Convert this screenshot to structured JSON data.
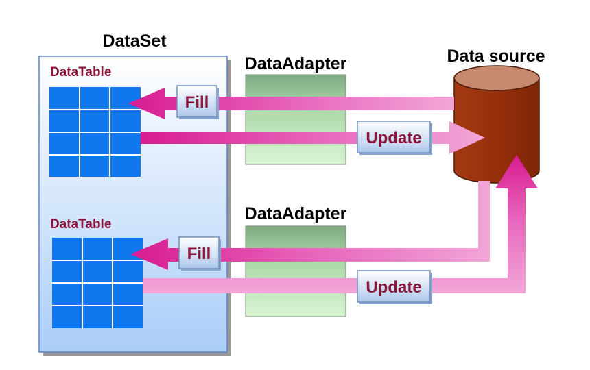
{
  "dataset": {
    "title": "DataSet"
  },
  "tables": [
    {
      "label": "DataTable",
      "rows": 4,
      "cols": 3
    },
    {
      "label": "DataTable",
      "rows": 4,
      "cols": 3
    }
  ],
  "adapters": [
    {
      "label": "DataAdapter",
      "fill_label": "Fill",
      "update_label": "Update"
    },
    {
      "label": "DataAdapter",
      "fill_label": "Fill",
      "update_label": "Update"
    }
  ],
  "data_source": {
    "label": "Data source"
  },
  "colors": {
    "dataset_top": "#ffffff",
    "dataset_bottom": "#aacdf8",
    "dataset_border": "#5d84c8",
    "table_cell": "#1177ee",
    "table_line": "#ffffff",
    "table_label": "#8b1538",
    "adapter_top": "#7faa82",
    "adapter_bottom": "#d8f5d2",
    "arrow_main": "#d81b90",
    "arrow_light": "#f2a6d8",
    "button_top": "#ffffff",
    "button_bottom": "#aec8ec",
    "button_text": "#8b1538",
    "cylinder_body": "#9c3410",
    "cylinder_top": "#c88a6e"
  }
}
